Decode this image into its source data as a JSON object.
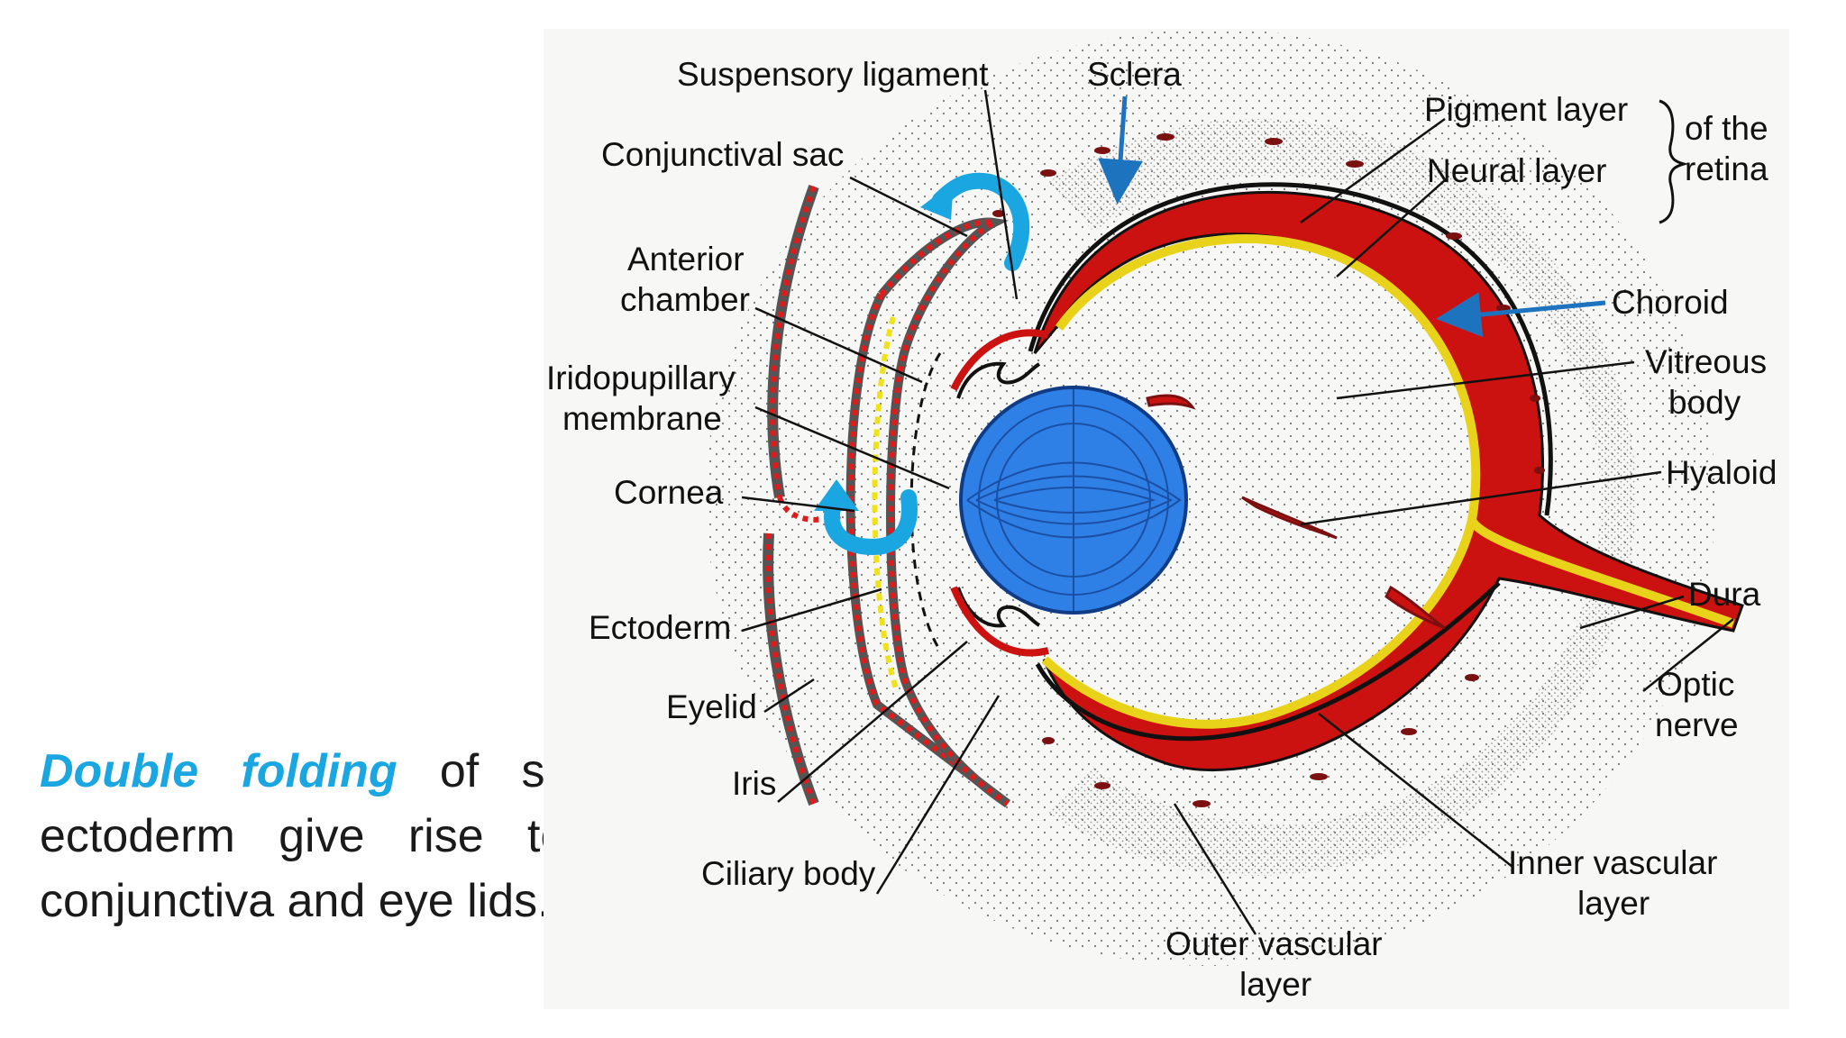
{
  "caption": {
    "highlight": "Double folding",
    "line1_rest": "of surface",
    "line2": "ectoderm give rise to the",
    "line3": "conjunctiva and eye lids."
  },
  "labels": {
    "suspensory_ligament": "Suspensory ligament",
    "sclera": "Sclera",
    "conjunctival_sac": "Conjunctival sac",
    "anterior_chamber_1": "Anterior",
    "anterior_chamber_2": "chamber",
    "iridopupillary_1": "Iridopupillary",
    "iridopupillary_2": "membrane",
    "cornea": "Cornea",
    "ectoderm": "Ectoderm",
    "eyelid": "Eyelid",
    "iris": "Iris",
    "ciliary_body": "Ciliary body",
    "pigment_layer": "Pigment layer",
    "neural_layer": "Neural layer",
    "of_the_retina_1": "of the",
    "of_the_retina_2": "retina",
    "choroid": "Choroid",
    "vitreous_body_1": "Vitreous",
    "vitreous_body_2": "body",
    "hyaloid": "Hyaloid",
    "dura": "Dura",
    "optic_nerve_1": "Optic",
    "optic_nerve_2": "nerve",
    "inner_vascular_1": "Inner vascular",
    "inner_vascular_2": "layer",
    "outer_vascular_1": "Outer vascular",
    "outer_vascular_2": "layer"
  },
  "colors": {
    "retina_red": "#cc1111",
    "lens_blue": "#2f80e6",
    "annotation_arrow_blue": "#1e73be",
    "fold_arrow_cyan": "#1aa6e0",
    "dotted_red": "#e01b1b",
    "dotted_yellow": "#f0e21a",
    "highlight_text": "#1aa6e0"
  },
  "icons": {
    "fold_arrows": "curved-arrow-icon",
    "pointer_arrows": "straight-arrow-icon"
  }
}
